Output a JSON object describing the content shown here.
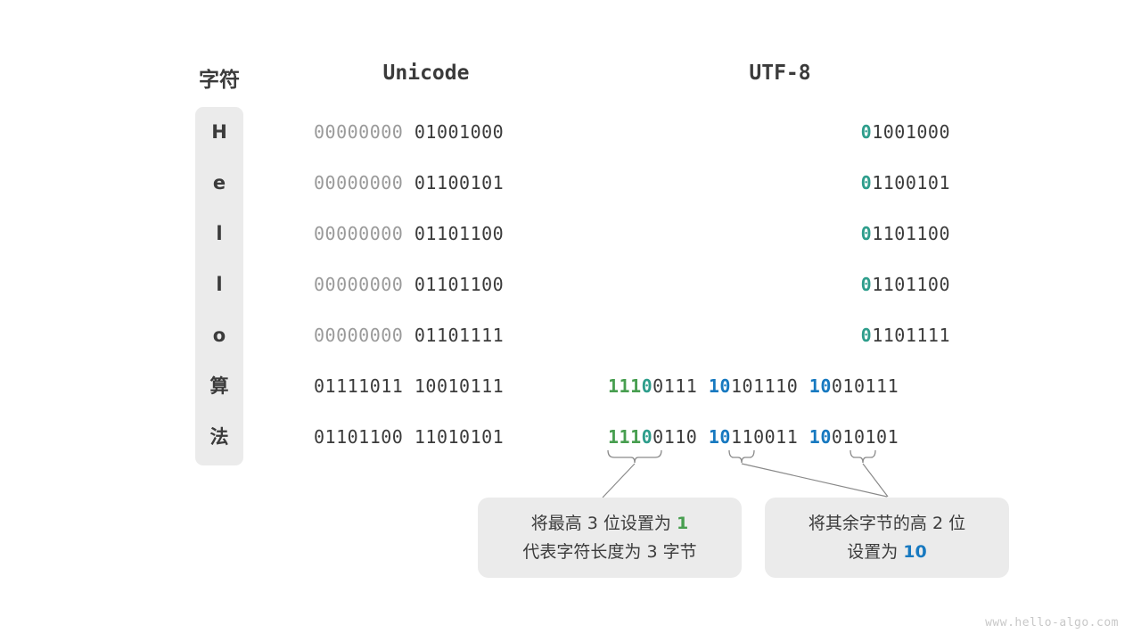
{
  "headers": {
    "character": "字符",
    "unicode": "Unicode",
    "utf8": "UTF-8"
  },
  "colors": {
    "green": "#479e4f",
    "teal": "#2e9e8c",
    "blue": "#1779c0",
    "dark": "#3b3b3b",
    "pale": "#9a9a9a",
    "panel": "#ebebeb",
    "background": "#ffffff",
    "watermark": "#c8c8c8"
  },
  "rows": [
    {
      "char": "H",
      "unicode": {
        "high_byte": "00000000",
        "low_byte": "01001000"
      },
      "utf8": {
        "lead": "0",
        "lead_color": "teal",
        "rest": "1001000"
      }
    },
    {
      "char": "e",
      "unicode": {
        "high_byte": "00000000",
        "low_byte": "01100101"
      },
      "utf8": {
        "lead": "0",
        "lead_color": "teal",
        "rest": "1100101"
      }
    },
    {
      "char": "l",
      "unicode": {
        "high_byte": "00000000",
        "low_byte": "01101100"
      },
      "utf8": {
        "lead": "0",
        "lead_color": "teal",
        "rest": "1101100"
      }
    },
    {
      "char": "l",
      "unicode": {
        "high_byte": "00000000",
        "low_byte": "01101100"
      },
      "utf8": {
        "lead": "0",
        "lead_color": "teal",
        "rest": "1101100"
      }
    },
    {
      "char": "o",
      "unicode": {
        "high_byte": "00000000",
        "low_byte": "01101111"
      },
      "utf8": {
        "lead": "0",
        "lead_color": "teal",
        "rest": "1101111"
      }
    },
    {
      "char": "算",
      "unicode": {
        "high_byte": "01111011",
        "low_byte": "10010111"
      },
      "utf8_multi": {
        "b1_green": "111",
        "b1_teal": "0",
        "b1_rest": "0111",
        "b2_blue": "10",
        "b2_rest": "101110",
        "b3_blue": "10",
        "b3_rest": "010111"
      }
    },
    {
      "char": "法",
      "unicode": {
        "high_byte": "01101100",
        "low_byte": "11010101"
      },
      "utf8_multi": {
        "b1_green": "111",
        "b1_teal": "0",
        "b1_rest": "0110",
        "b2_blue": "10",
        "b2_rest": "110011",
        "b3_blue": "10",
        "b3_rest": "010101"
      }
    }
  ],
  "callouts": {
    "left": {
      "line1_pre": "将最高 3 位设置为 ",
      "line1_hl": "1",
      "line2": "代表字符长度为 3 字节"
    },
    "right": {
      "line1": "将其余字节的高 2 位",
      "line2_pre": "设置为 ",
      "line2_hl": "10"
    }
  },
  "watermark": "www.hello-algo.com"
}
